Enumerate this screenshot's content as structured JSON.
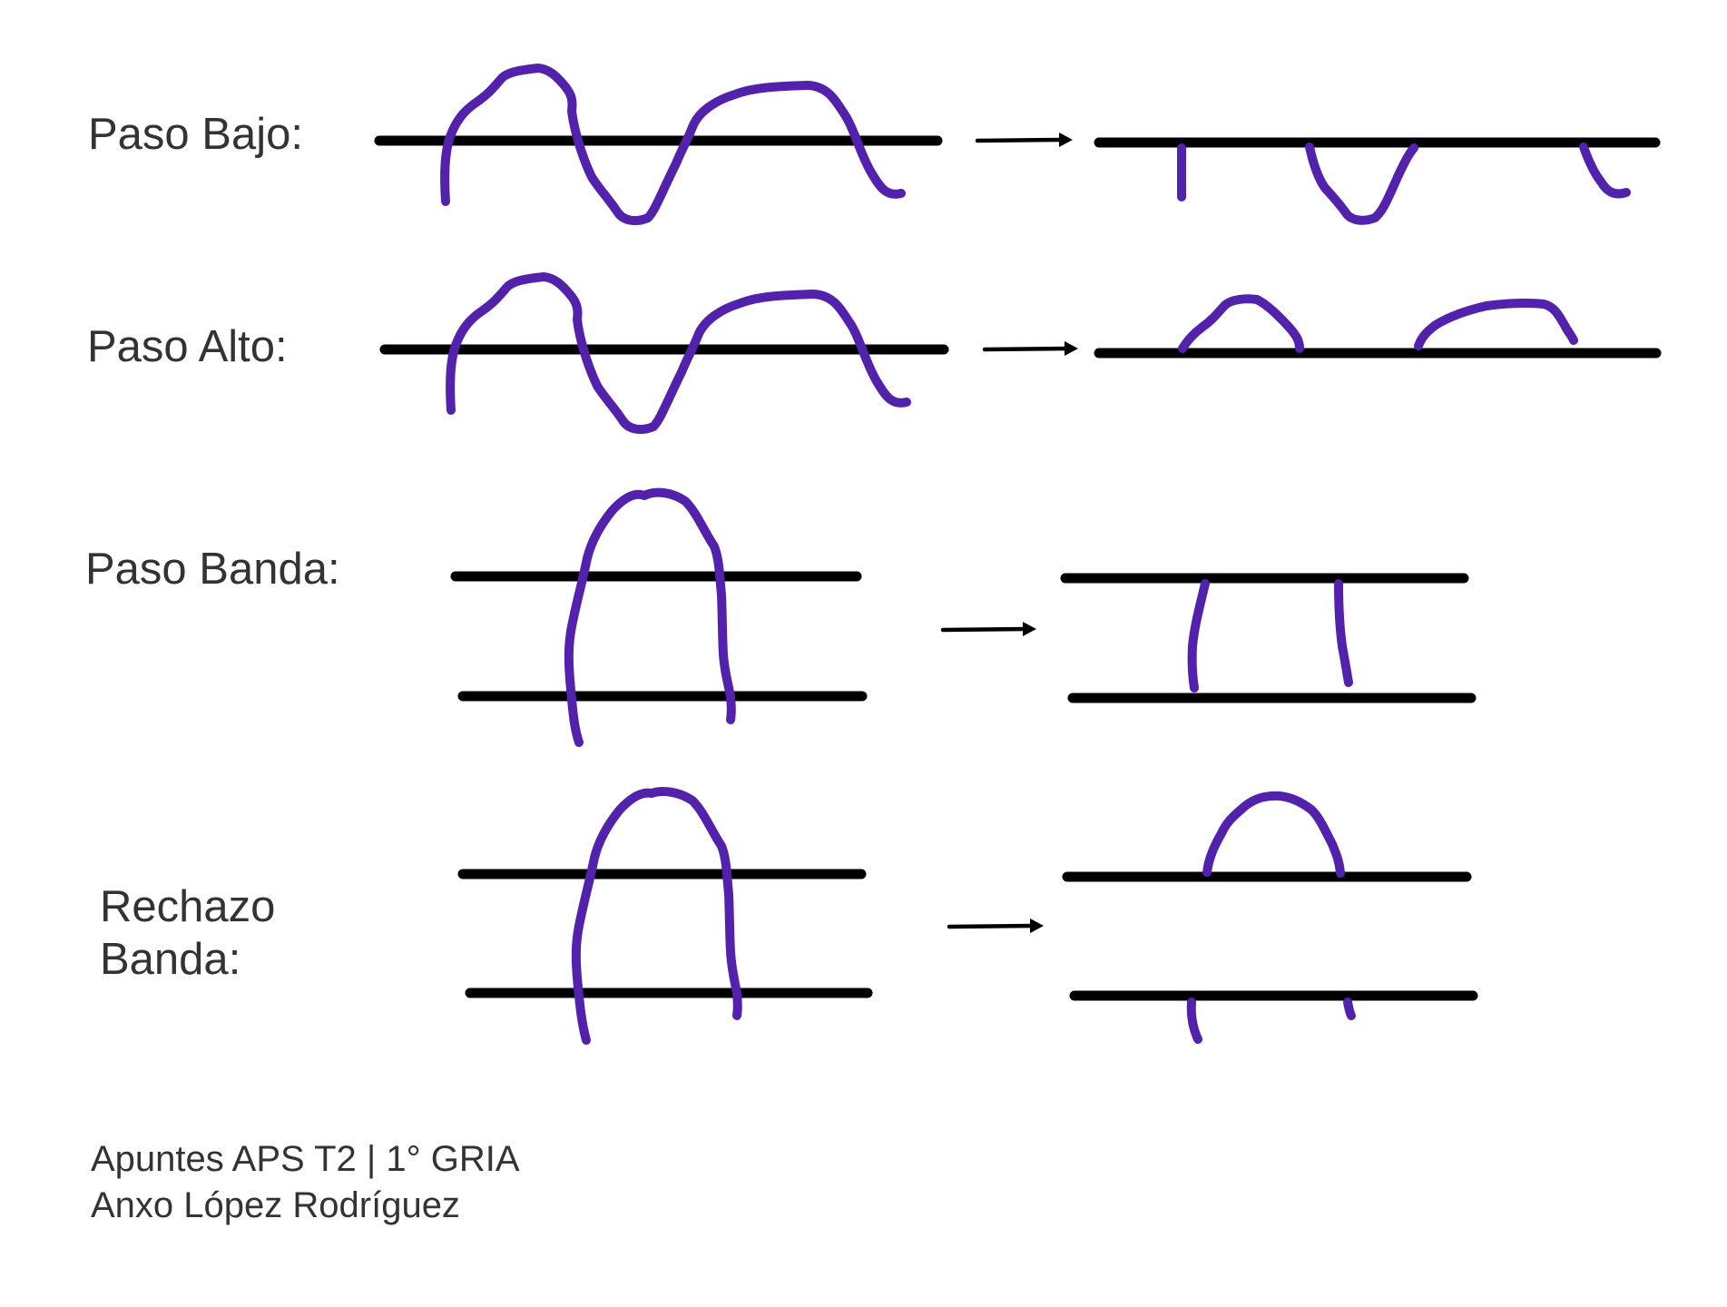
{
  "colors": {
    "signal": "#5222ac",
    "axis": "#000000",
    "text": "#333333",
    "background": "#ffffff"
  },
  "filters": [
    {
      "id": "paso-bajo",
      "label_lines": [
        "Paso Bajo:"
      ]
    },
    {
      "id": "paso-alto",
      "label_lines": [
        "Paso Alto:"
      ]
    },
    {
      "id": "paso-banda",
      "label_lines": [
        "Paso Banda:"
      ]
    },
    {
      "id": "rechazo-banda",
      "label_lines": [
        "Rechazo",
        "Banda:"
      ]
    }
  ],
  "footer": {
    "line1": "Apuntes APS T2 | 1° GRIA",
    "line2": "Anxo López Rodríguez"
  }
}
